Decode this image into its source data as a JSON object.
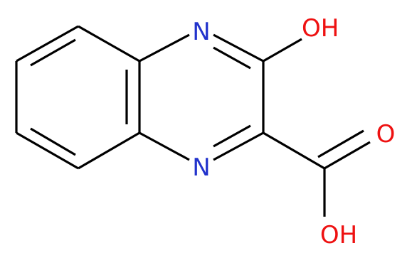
{
  "molecule": {
    "atoms": {
      "n_top": {
        "label": "N",
        "color": "#2233cc"
      },
      "n_bottom": {
        "label": "N",
        "color": "#2233cc"
      },
      "oh_top": {
        "label": "OH",
        "color": "#ee1111"
      },
      "o_carbonyl": {
        "label": "O",
        "color": "#ee1111"
      },
      "oh_acid": {
        "label": "OH",
        "color": "#ee1111"
      }
    },
    "colors": {
      "bond": "#000000",
      "nitrogen": "#2233cc",
      "oxygen": "#ee1111",
      "background": "#ffffff"
    }
  }
}
